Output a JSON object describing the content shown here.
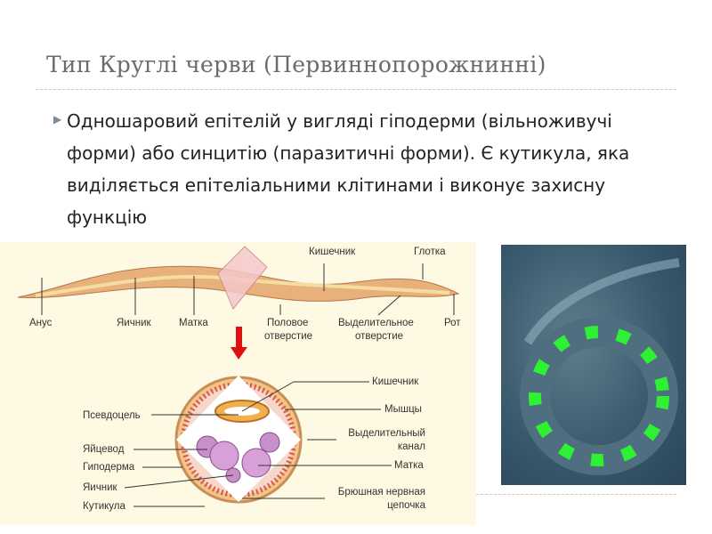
{
  "title": "Тип Круглі черви (Первиннопорожнинні)",
  "bullet_text": "Одношаровий епітелій у вигляді гіподерми (вільноживучі форми) або синцитію (паразитичні форми). Є кутикула, яка виділяється епітеліальними клітинами і виконує захисну функцію",
  "worm_labels": {
    "intestine": "Кишечник",
    "pharynx": "Глотка",
    "anus": "Анус",
    "ovary": "Яичник",
    "uterus": "Матка",
    "genital_1": "Половое",
    "genital_2": "отверстие",
    "excretory_1": "Выделительное",
    "excretory_2": "отверстие",
    "mouth": "Рот"
  },
  "section_labels": {
    "intestine": "Кишечник",
    "muscles": "Мышцы",
    "pseudocoel": "Псевдоцель",
    "excretory_1": "Выделительный",
    "excretory_2": "канал",
    "oviduct": "Яйцевод",
    "hypodermis": "Гиподерма",
    "uterus": "Матка",
    "ovary": "Яичник",
    "nerve_1": "Брюшная нервная",
    "nerve_2": "цепочка",
    "cuticle": "Кутикула"
  }
}
